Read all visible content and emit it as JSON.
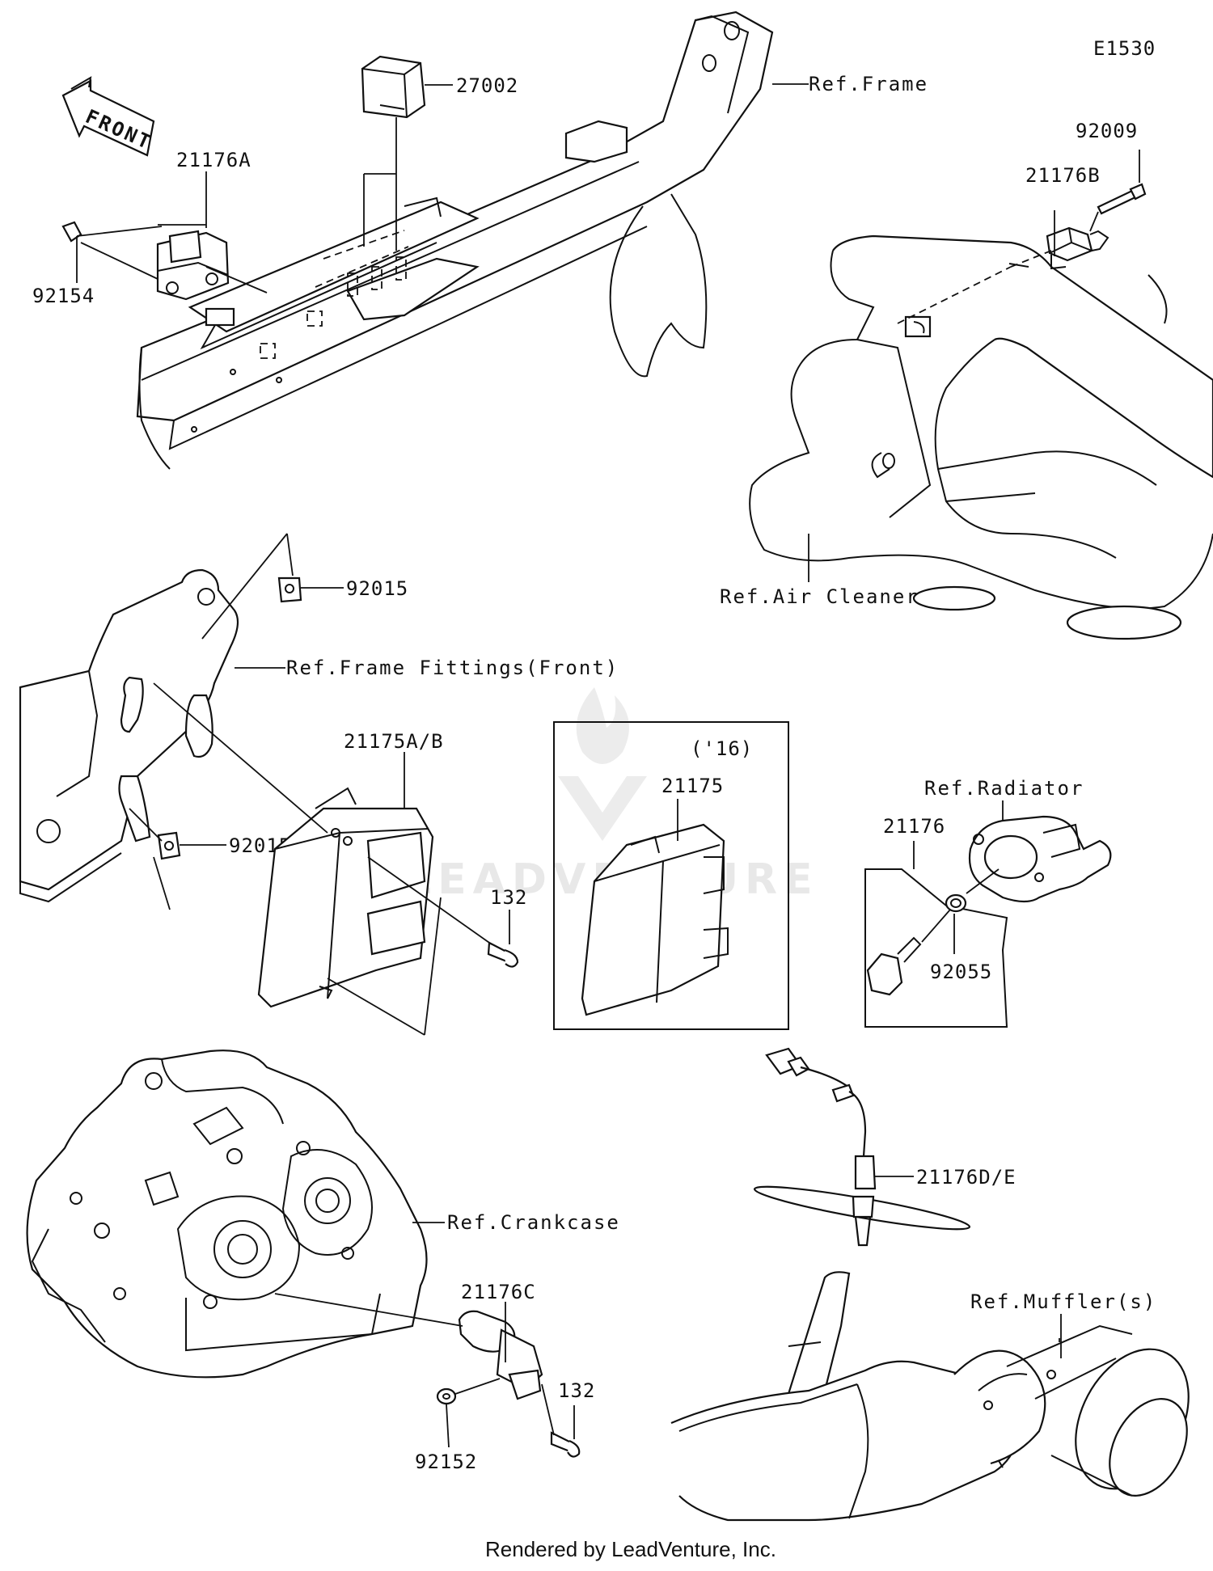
{
  "diagram_code": "E1530",
  "front_arrow": "FRONT",
  "labels": {
    "p27002": "27002",
    "ref_frame": "Ref.Frame",
    "p92009": "92009",
    "p21176B": "21176B",
    "p21176A": "21176A",
    "p92154": "92154",
    "ref_air_cleaner": "Ref.Air Cleaner",
    "p92015_top": "92015",
    "ref_frame_fittings": "Ref.Frame Fittings(Front)",
    "p92015_bottom": "92015",
    "p21175AB": "21175A/B",
    "p132_top": "132",
    "year_16": "('16)",
    "p21175": "21175",
    "ref_radiator": "Ref.Radiator",
    "p21176": "21176",
    "p92055": "92055",
    "p21176DE": "21176D/E",
    "ref_crankcase": "Ref.Crankcase",
    "ref_muffler": "Ref.Muffler(s)",
    "p21176C": "21176C",
    "p132_bottom": "132",
    "p92152": "92152"
  },
  "watermark": "LEADVENTURE",
  "footer": "Rendered by LeadVenture, Inc."
}
